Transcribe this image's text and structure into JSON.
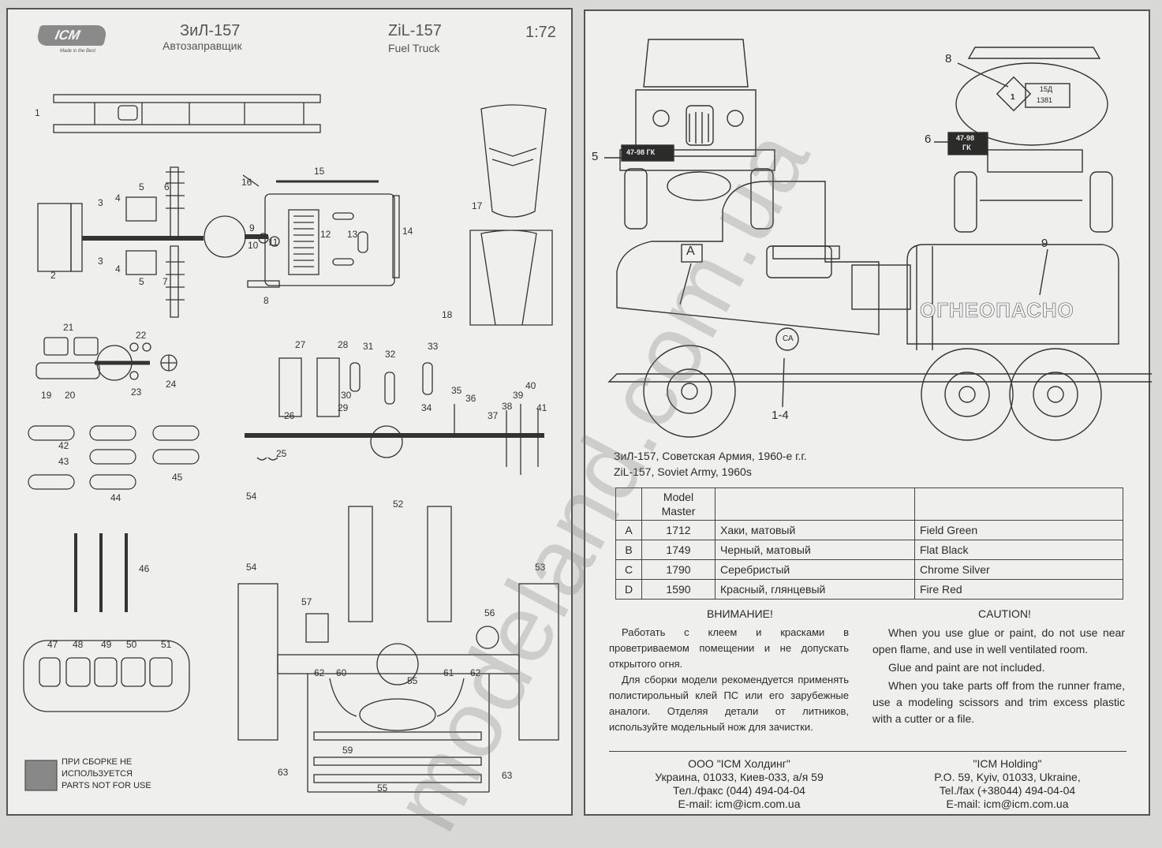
{
  "header": {
    "logo_text": "ICM",
    "logo_tagline": "Made in the Best",
    "title_ru": "ЗиЛ-157",
    "subtitle_ru": "Автозаправщик",
    "title_en": "ZiL-157",
    "subtitle_en": "Fuel Truck",
    "scale": "1:72"
  },
  "left_parts": {
    "labels": [
      "1",
      "2",
      "3",
      "3",
      "4",
      "4",
      "5",
      "5",
      "6",
      "7",
      "8",
      "9",
      "10",
      "11",
      "12",
      "13",
      "14",
      "15",
      "16",
      "17",
      "18",
      "19",
      "20",
      "21",
      "22",
      "23",
      "24",
      "25",
      "26",
      "27",
      "28",
      "29",
      "30",
      "31",
      "32",
      "33",
      "34",
      "35",
      "36",
      "37",
      "38",
      "39",
      "40",
      "41",
      "42",
      "43",
      "44",
      "45",
      "46",
      "47",
      "48",
      "49",
      "50",
      "51",
      "52",
      "53",
      "54",
      "54",
      "55",
      "55",
      "56",
      "57",
      "59",
      "60",
      "61",
      "62",
      "62",
      "63",
      "63"
    ],
    "legend_ru_1": "ПРИ СБОРКЕ НЕ",
    "legend_ru_2": "ИСПОЛЬЗУЕТСЯ",
    "legend_en": "PARTS NOT FOR USE",
    "legend_color": "#888888"
  },
  "right": {
    "callouts": {
      "c8": "8",
      "c5": "5",
      "c6": "6",
      "c9": "9",
      "cA": "A",
      "c14": "1-4"
    },
    "front_plate": "47-98 ГК",
    "rear_plate_1": "47-98",
    "rear_plate_2": "ГК",
    "hazard_num": "1",
    "code_top": "15Д",
    "code_bottom": "1381",
    "tank_text": "ОГНЕОПАСНО",
    "door_emblem": "СА",
    "caption_ru": "ЗиЛ-157, Советская Армия, 1960-е г.г.",
    "caption_en": "ZiL-157, Soviet Army, 1960s",
    "table": {
      "header_1": "Model",
      "header_2": "Master",
      "rows": [
        {
          "letter": "A",
          "code": "1712",
          "ru": "Хаки, матовый",
          "en": "Field Green"
        },
        {
          "letter": "B",
          "code": "1749",
          "ru": "Черный, матовый",
          "en": "Flat Black"
        },
        {
          "letter": "C",
          "code": "1790",
          "ru": "Серебристый",
          "en": "Chrome Silver"
        },
        {
          "letter": "D",
          "code": "1590",
          "ru": "Красный, глянцевый",
          "en": "Fire Red"
        }
      ]
    },
    "warning_ru": {
      "title": "ВНИМАНИЕ!",
      "p1": "Работать с клеем и красками в проветриваемом помещении и не допускать открытого огня.",
      "p2": "Для сборки модели рекомендуется применять полистирольный клей ПС или его зарубежные аналоги. Отделяя детали от литников, используйте модельный нож для зачистки."
    },
    "warning_en": {
      "title": "CAUTION!",
      "p1": "When you use glue or paint, do not use near open flame, and use in well ventilated room.",
      "p2": "Glue and paint are not included.",
      "p3": "When you take parts off from the runner frame, use a modeling scissors and trim excess plastic with a cutter or a file."
    },
    "address_ru": {
      "l1": "ООО \"ICM Холдинг\"",
      "l2": "Украина, 01033, Киев-033, а/я 59",
      "l3": "Тел./факс (044) 494-04-04",
      "l4": "E-mail: icm@icm.com.ua"
    },
    "address_en": {
      "l1": "\"ICM Holding\"",
      "l2": "P.O. 59, Kyiv, 01033, Ukraine,",
      "l3": "Tel./fax (+38044) 494-04-04",
      "l4": "E-mail: icm@icm.com.ua"
    }
  },
  "watermark": "modeland.com.ua"
}
